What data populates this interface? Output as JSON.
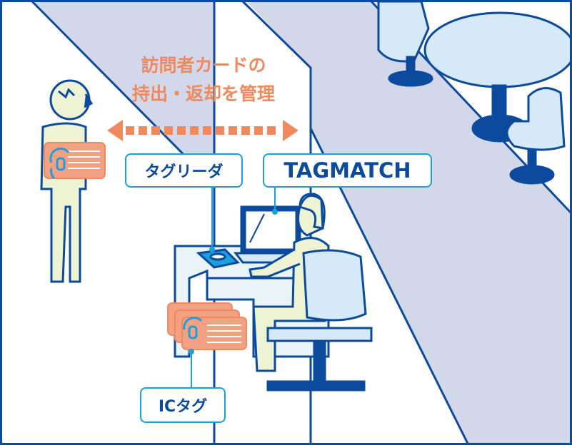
{
  "headline": {
    "line1": "訪問者カードの",
    "line2": "持出・返却を管理"
  },
  "labels": {
    "tag_reader": "タグリーダ",
    "software": "TAGMATCH",
    "ic_tag": "ICタグ"
  },
  "colors": {
    "frame": "#0b4a9c",
    "accent": "#ef8a5e",
    "stripe": "#d3d7ea",
    "label_border": "#1aa0dc",
    "skin": "#eef3d3",
    "chair": "#d6e9f8"
  }
}
